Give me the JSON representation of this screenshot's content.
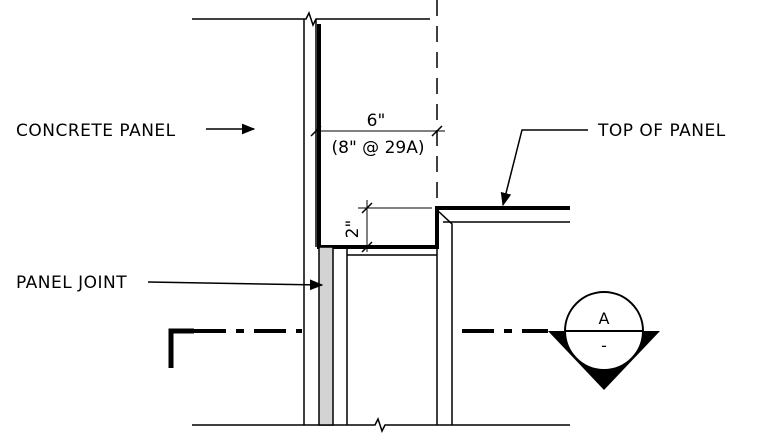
{
  "labels": {
    "concrete_panel": "CONCRETE PANEL",
    "top_of_panel": "TOP OF PANEL",
    "panel_joint": "PANEL JOINT"
  },
  "dimensions": {
    "width": "6\"",
    "width_note": "(8\" @ 29A)",
    "reveal": "2\""
  },
  "section_marker": {
    "detail": "A",
    "sheet": "-"
  },
  "colors": {
    "line": "#000000",
    "joint_fill": "#d3d3d3",
    "background": "#ffffff"
  }
}
